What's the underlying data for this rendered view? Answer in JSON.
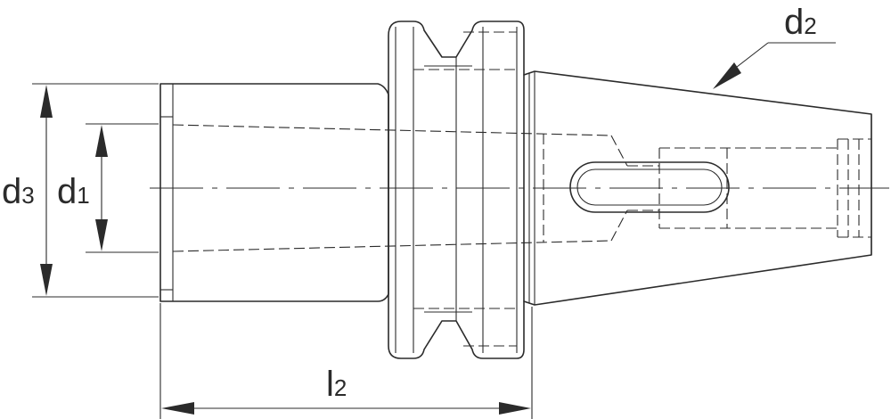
{
  "labels": {
    "d1": {
      "main": "d",
      "sub": "1"
    },
    "d2": {
      "main": "d",
      "sub": "2"
    },
    "d3": {
      "main": "d",
      "sub": "3"
    },
    "l2": {
      "main": "l",
      "sub": "2"
    }
  }
}
